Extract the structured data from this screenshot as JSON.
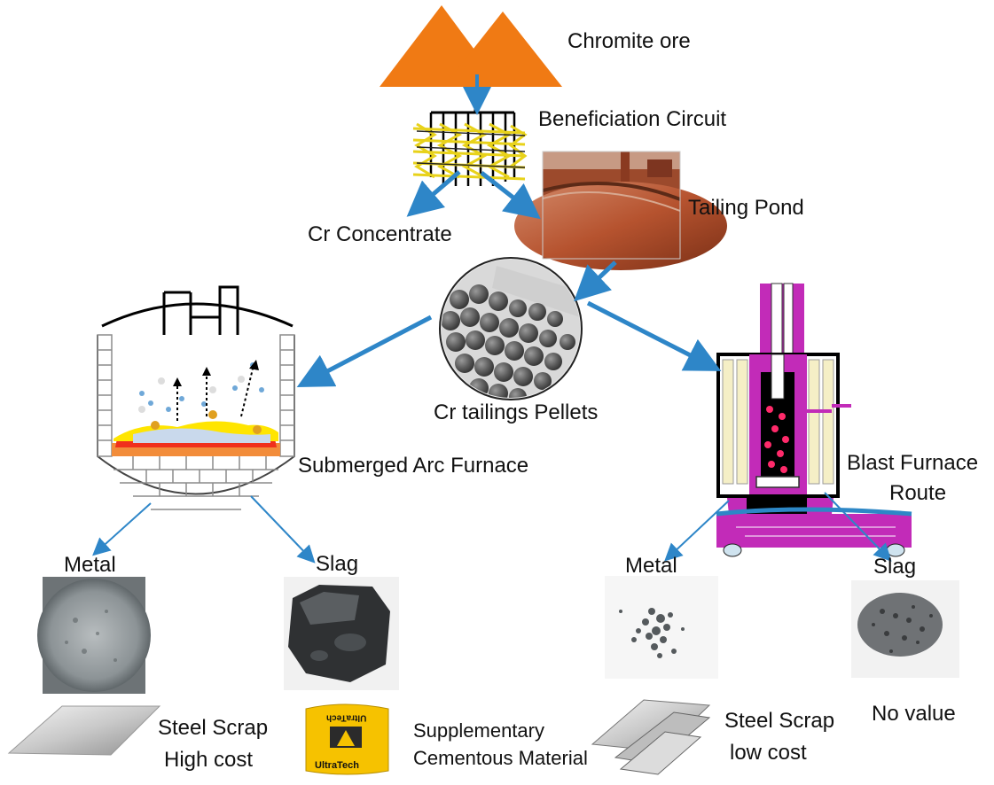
{
  "labels": {
    "chromite_ore": "Chromite ore",
    "beneficiation": "Beneficiation Circuit",
    "tailing_pond": "Tailing Pond",
    "cr_concentrate": "Cr Concentrate",
    "pellets": "Cr tailings Pellets",
    "saf": "Submerged Arc Furnace",
    "bf_line1": "Blast Furnace",
    "bf_line2": "Route",
    "saf_metal": "Metal",
    "saf_slag": "Slag",
    "bf_metal": "Metal",
    "bf_slag": "Slag",
    "steel_high_1": "Steel Scrap",
    "steel_high_2": "High cost",
    "scm_1": "Supplementary",
    "scm_2": "Cementous Material",
    "steel_low_1": "Steel Scrap",
    "steel_low_2": "low cost",
    "no_value": "No value"
  },
  "bag_text": {
    "brand": "UltraTech",
    "top": "UltraTech"
  },
  "colors": {
    "ore": "#F07A14",
    "arrow": "#2E86C8",
    "furnace_magenta": "#C22BB8",
    "pond_red": "#B5532E",
    "slag_yellow": "#FFE500",
    "molten_red": "#F0301C"
  }
}
